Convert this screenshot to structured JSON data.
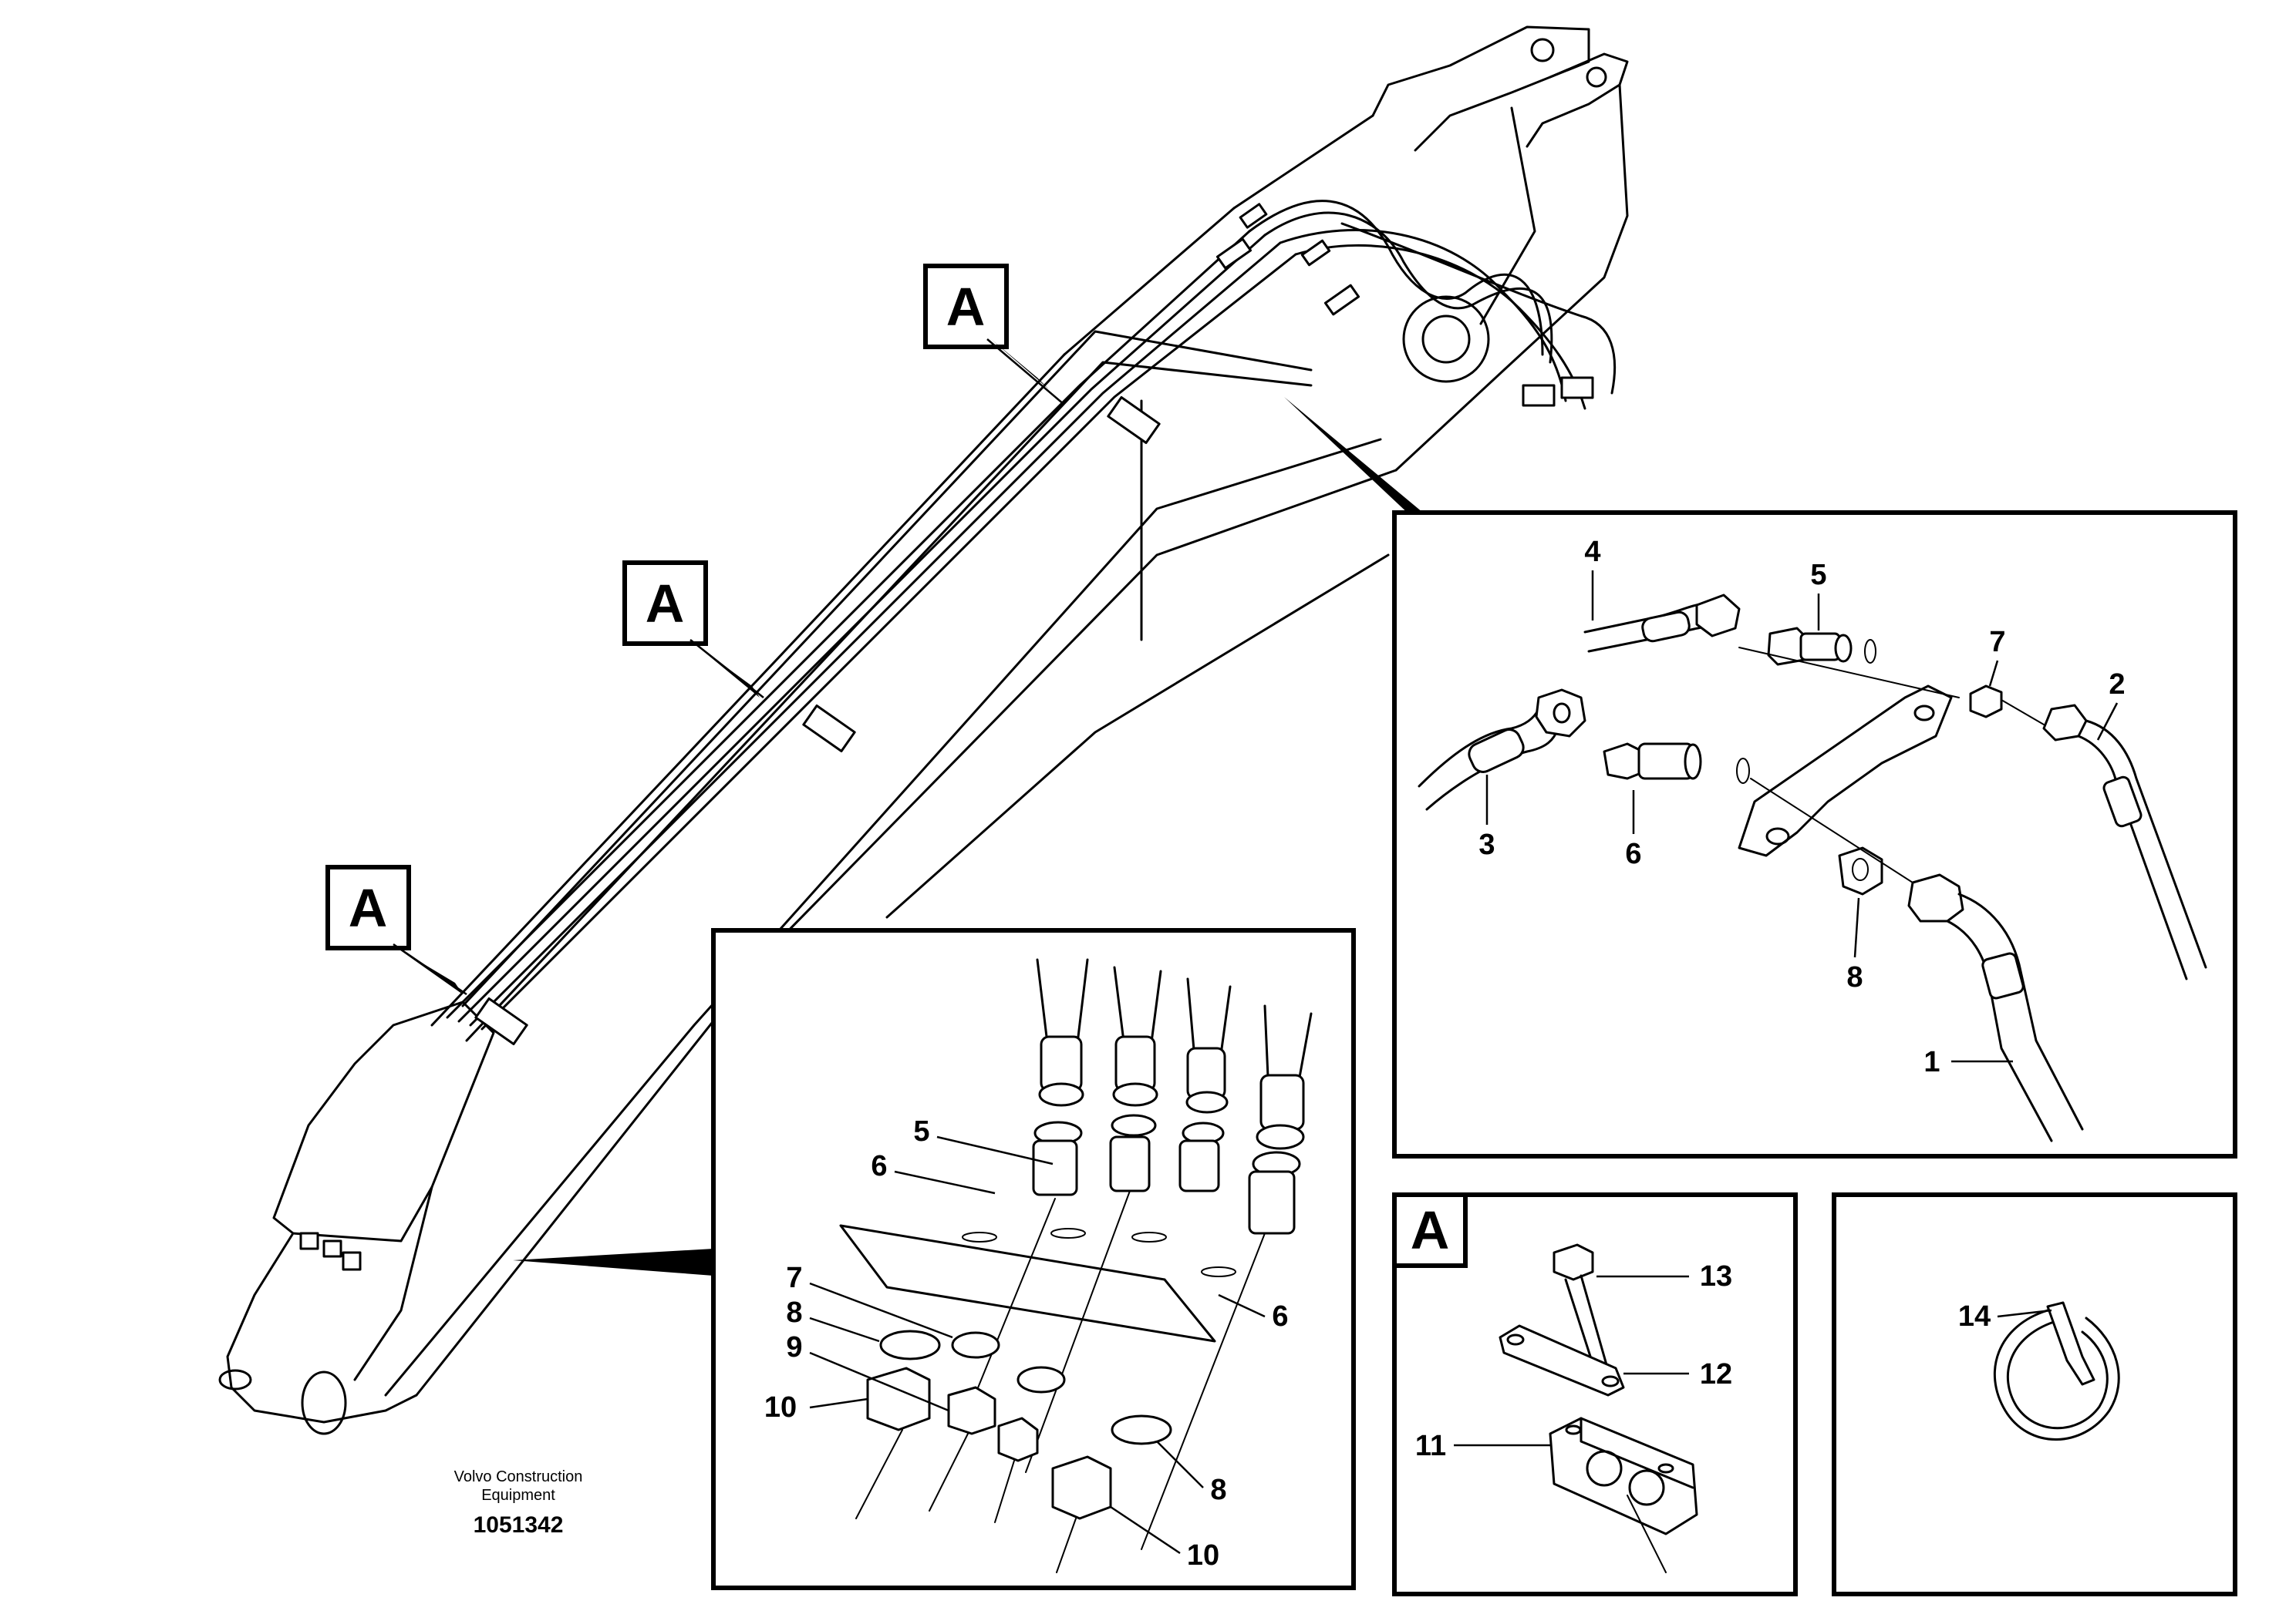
{
  "callout_letter": "A",
  "caption": {
    "line1": "Volvo Construction",
    "line2": "Equipment",
    "number": "1051342"
  },
  "detail_top_right": {
    "labels": [
      "4",
      "5",
      "7",
      "2",
      "3",
      "6",
      "8",
      "1"
    ]
  },
  "detail_center": {
    "labels": [
      "5",
      "6",
      "7",
      "8",
      "9",
      "10",
      "6",
      "8",
      "10"
    ]
  },
  "detail_a": {
    "letter": "A",
    "labels": [
      "13",
      "12",
      "11"
    ]
  },
  "detail_tie": {
    "labels": [
      "14"
    ]
  }
}
